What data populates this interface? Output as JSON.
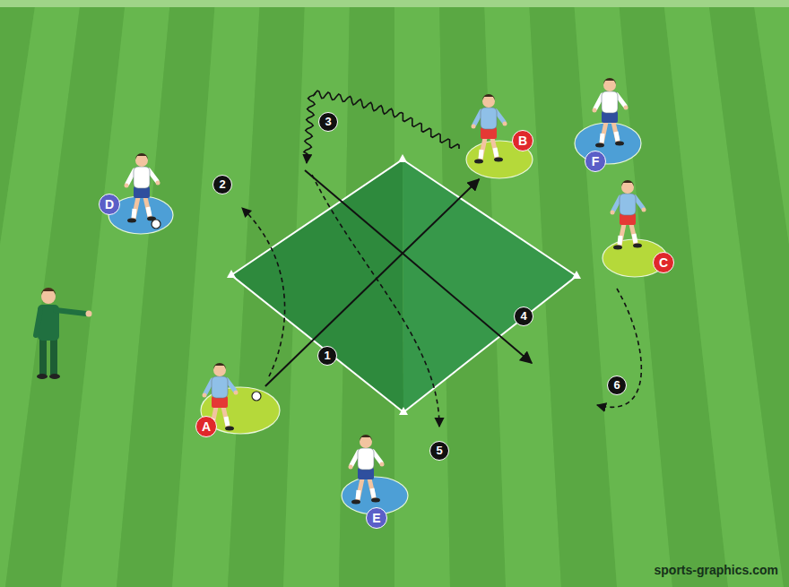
{
  "diagram": {
    "nodes": [
      {
        "text": [
          "B"
        ]
      },
      {
        "text": [
          "F"
        ]
      },
      {
        "text": [
          "D"
        ]
      },
      {
        "text": [
          "C"
        ]
      },
      {
        "text": [
          "A"
        ]
      },
      {
        "text": [
          "E"
        ]
      }
    ],
    "edges": [
      {
        "from": 4,
        "to": 0,
        "arrow": "to"
      }
    ],
    "labels": [
      "1",
      "2",
      "3",
      "4",
      "5",
      "6",
      "sports-graphics.com"
    ]
  }
}
